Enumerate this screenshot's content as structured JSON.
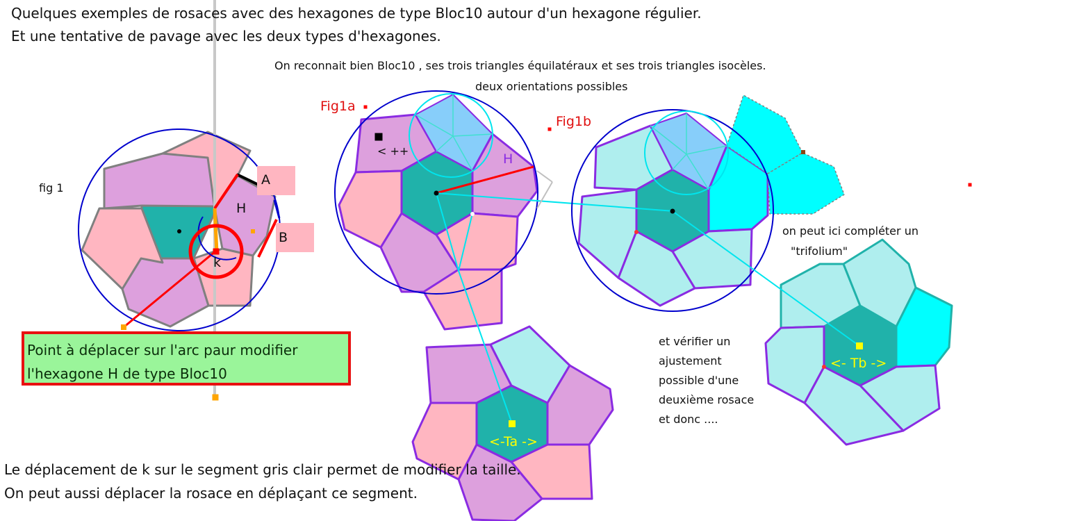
{
  "header": {
    "line1": "Quelques exemples de rosaces avec des hexagones de type Bloc10 autour d'un hexagone régulier.",
    "line2": "Et une tentative de pavage avec les deux types d'hexagones."
  },
  "notes": {
    "recognize": "On reconnait bien Bloc10 , ses trois triangles équilatéraux et ses trois triangles isocèles.",
    "orientations": "deux orientations possibles",
    "complete1": "on peut ici compléter un",
    "complete2": "\"trifolium\"",
    "verify1": "et vérifier un",
    "verify2": "ajustement",
    "verify3": "possible d'une",
    "verify4": "deuxième rosace",
    "verify5": "et donc ...."
  },
  "labels": {
    "fig1": "fig 1",
    "fig1a": "Fig1a",
    "fig1b": "Fig1b",
    "A": "A",
    "B": "B",
    "H1": "H",
    "H2": "H",
    "k": "k",
    "plus": "< ++",
    "Ta": "<-Ta ->",
    "Tb": "<- Tb ->"
  },
  "callout": {
    "line1": "Point à déplacer sur l'arc  paur modifier",
    "line2": "l'hexagone H de type Bloc10"
  },
  "footer": {
    "line1": "Le déplacement de k sur le segment gris clair permet de modifier la taille.",
    "line2": "On peut aussi déplacer la rosace en déplaçant ce segment."
  },
  "colors": {
    "teal": "#20b2aa",
    "pink": "#ffb6c1",
    "plum": "#dda0dd",
    "lightcyan": "#afeeee",
    "cyan": "#00ffff",
    "circle": "#0000cd",
    "purple_edge": "#8a2be2",
    "gray_edge": "#808080"
  }
}
